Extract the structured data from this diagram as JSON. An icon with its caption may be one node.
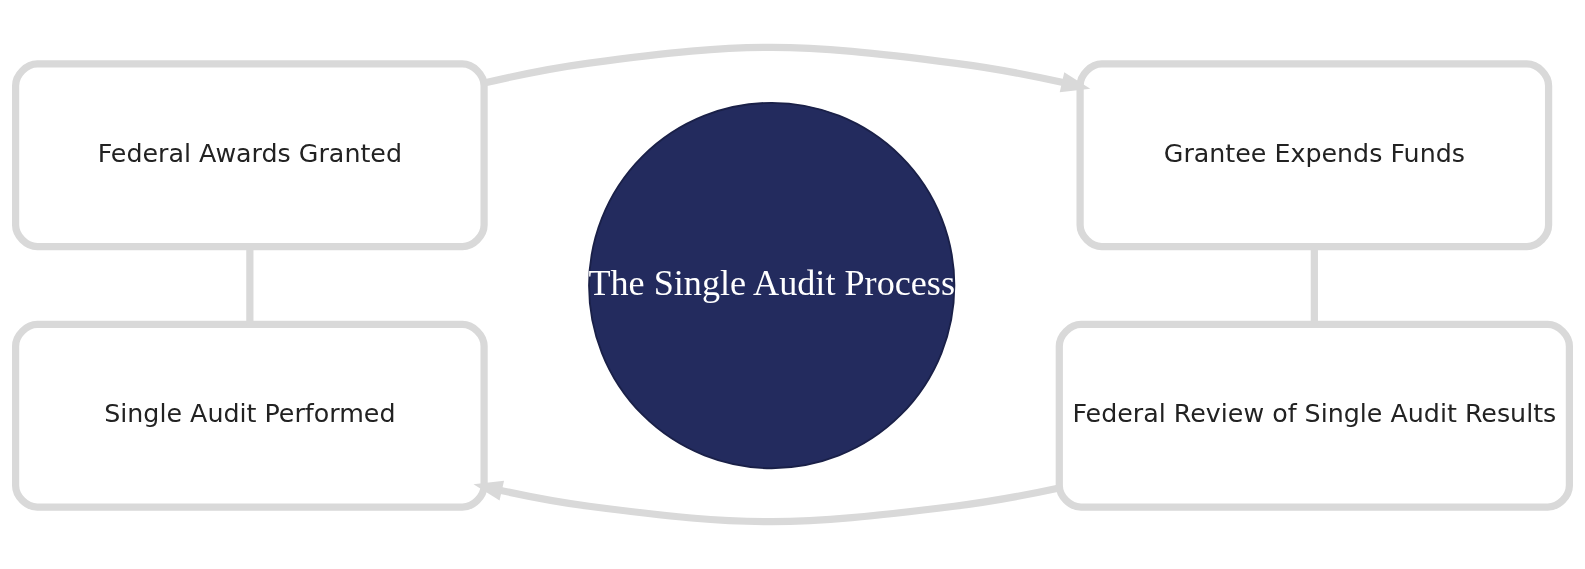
{
  "diagram": {
    "nodes": [
      {
        "text": [
          "Federal Awards Granted"
        ]
      },
      {
        "text": [
          "Grantee Expends Funds"
        ]
      },
      {
        "text": [
          "The Single Audit Process"
        ]
      },
      {
        "text": [
          "Single Audit Performed"
        ]
      },
      {
        "text": [
          "Federal Review of Single Audit Results"
        ]
      }
    ],
    "edges": [
      {
        "from": 0,
        "to": 1,
        "arrow": "to"
      },
      {
        "from": 1,
        "to": 4,
        "arrow": "none"
      },
      {
        "from": 4,
        "to": 3,
        "arrow": "to"
      },
      {
        "from": 3,
        "to": 0,
        "arrow": "none"
      }
    ]
  }
}
